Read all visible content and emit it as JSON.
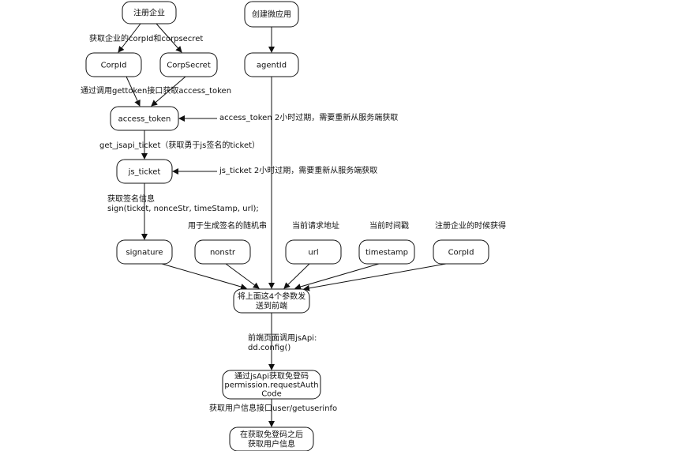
{
  "nodes": {
    "register_corp": [
      "注册企业"
    ],
    "create_app": [
      "创建微应用"
    ],
    "corpid_top": [
      "CorpId"
    ],
    "corpsecret": [
      "CorpSecret"
    ],
    "agentid": [
      "agentId"
    ],
    "access_token": [
      "access_token"
    ],
    "js_ticket": [
      "js_ticket"
    ],
    "signature": [
      "signature"
    ],
    "nonstr": [
      "nonstr"
    ],
    "url": [
      "url"
    ],
    "timestamp": [
      "timestamp"
    ],
    "corpid_bottom": [
      "CorpId"
    ],
    "send_frontend": [
      "将上面这4个参数发",
      "送到前端"
    ],
    "get_code": [
      "通过jsApi获取免登码",
      "permission.requestAuth",
      "Code"
    ],
    "get_userinfo": [
      "在获取免登码之后",
      "获取用户信息"
    ]
  },
  "labels": {
    "get_corp": [
      "获取企业的corpId和corpsecret"
    ],
    "get_token": [
      "通过调用gettoken接口获取access_token"
    ],
    "token_expire": [
      "access_token  2小时过期，需要重新从服务端获取"
    ],
    "get_ticket": [
      "get_jsapi_ticket（获取勇于js签名的ticket）"
    ],
    "ticket_expire": [
      "js_ticket  2小时过期，需要重新从服务端获取"
    ],
    "sign_info": [
      "获取签名信息",
      "sign(ticket, nonceStr, timeStamp, url);"
    ],
    "nonce_desc": [
      "用于生成签名的随机串"
    ],
    "url_desc": [
      "当前请求地址"
    ],
    "time_desc": [
      "当前时间戳"
    ],
    "corpid_desc": [
      "注册企业的时候获得"
    ],
    "frontend_call": [
      "前端页面调用jsApi:",
      "dd.config()"
    ],
    "userinfo_api": [
      "获取用户信息接口user/getuserinfo"
    ]
  }
}
